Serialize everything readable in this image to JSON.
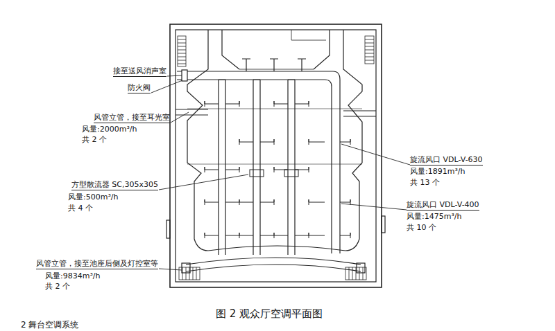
{
  "diagram": {
    "caption": "图 2 观众厅空调平面图",
    "labels": [
      "接至送风消声室",
      "防火阀",
      "风管立管，接至耳光室",
      "风量:2000m³/h",
      "共 2 个",
      "方型散流器 SC,305x305",
      "风量:500m³/h",
      "共 4 个",
      "风管立管，接至池座后侧及灯控室等",
      "风量:9834m³/h",
      "共 2 个",
      "旋流风口 VDL-V-630",
      "风量:1891m³/h",
      "共 13 个",
      "旋流风口 VDL-V-400",
      "风量:1475m³/h",
      "共 10 个",
      "2 舞台空调系统"
    ]
  }
}
